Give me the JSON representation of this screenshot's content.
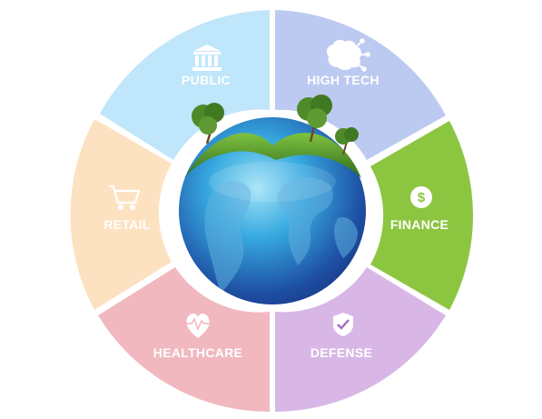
{
  "segments": [
    {
      "key": "public",
      "label": "PUBLIC",
      "icon": "bank-icon",
      "color": "#bfe6fb"
    },
    {
      "key": "high_tech",
      "label": "HIGH TECH",
      "icon": "brain-circuit-icon",
      "color": "#bccaf1"
    },
    {
      "key": "finance",
      "label": "FINANCE",
      "icon": "dollar-coin-icon",
      "color": "#8cc641"
    },
    {
      "key": "defense",
      "label": "DEFENSE",
      "icon": "shield-check-icon",
      "color": "#d8b7e6"
    },
    {
      "key": "healthcare",
      "label": "HEALTHCARE",
      "icon": "heart-pulse-icon",
      "color": "#f1b8bf"
    },
    {
      "key": "retail",
      "label": "RETAIL",
      "icon": "shopping-cart-icon",
      "color": "#fde2c1"
    }
  ],
  "center": {
    "icon": "earth-globe-with-trees-icon"
  }
}
